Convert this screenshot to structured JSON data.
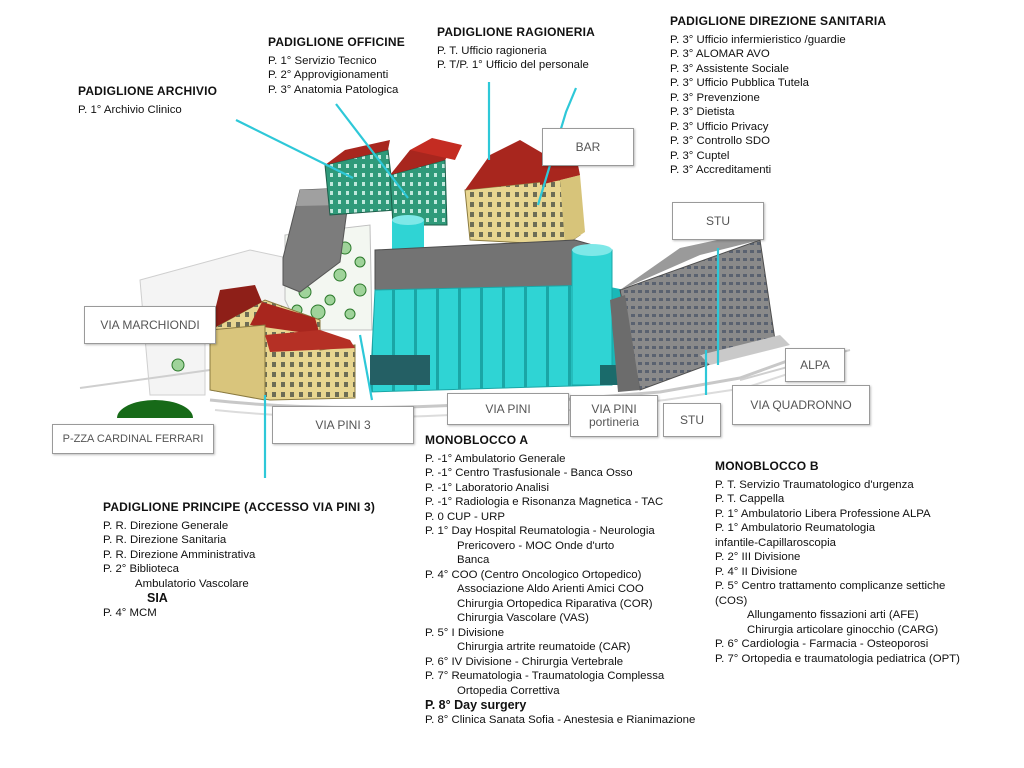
{
  "archivio": {
    "title": "PADIGLIONE ARCHIVIO",
    "lines": [
      "P. 1° Archivio Clinico"
    ]
  },
  "officine": {
    "title": "PADIGLIONE OFFICINE",
    "lines": [
      "P. 1° Servizio Tecnico",
      "P. 2° Approvigionamenti",
      "P. 3° Anatomia Patologica"
    ]
  },
  "ragioneria": {
    "title": "PADIGLIONE RAGIONERIA",
    "lines": [
      "P. T. Ufficio ragioneria",
      "P. T/P. 1° Ufficio del personale"
    ]
  },
  "direzione": {
    "title": "PADIGLIONE DIREZIONE SANITARIA",
    "lines": [
      "P. 3° Ufficio infermieristico /guardie",
      "P. 3° ALOMAR AVO",
      "P. 3° Assistente Sociale",
      "P. 3° Ufficio Pubblica Tutela",
      "P. 3° Prevenzione",
      "P. 3° Dietista",
      "P. 3° Ufficio Privacy",
      "P. 3° Controllo SDO",
      "P. 3° Cuptel",
      "P. 3° Accreditamenti"
    ]
  },
  "principe": {
    "title": "PADIGLIONE PRINCIPE (ACCESSO VIA PINI 3)",
    "lines": [
      "P. R. Direzione Generale",
      "P. R. Direzione Sanitaria",
      "P. R. Direzione Amministrativa",
      "P. 2° Biblioteca",
      "Ambulatorio Vascolare",
      "SIA",
      "P. 4° MCM"
    ]
  },
  "monoA": {
    "title": "MONOBLOCCO A",
    "lines": [
      "P. -1° Ambulatorio Generale",
      "P. -1° Centro Trasfusionale - Banca Osso",
      "P. -1° Laboratorio Analisi",
      "P. -1° Radiologia e Risonanza Magnetica - TAC",
      "P. 0 CUP - URP",
      "P. 1° Day Hospital Reumatologia - Neurologia",
      "Prericovero - MOC Onde d'urto",
      "Banca",
      "P. 4° COO (Centro Oncologico Ortopedico)",
      "Associazione Aldo Arienti Amici COO",
      "Chirurgia Ortopedica Riparativa (COR)",
      "Chirurgia Vascolare (VAS)",
      "P. 5° I Divisione",
      "Chirurgia artrite reumatoide (CAR)",
      "P. 6° IV Divisione - Chirurgia Vertebrale",
      "P. 7° Reumatologia - Traumatologia Complessa",
      "Ortopedia Correttiva",
      "P. 8° Day surgery",
      "P. 8° Clinica Sanata Sofia - Anestesia e Rianimazione"
    ]
  },
  "monoB": {
    "title": "MONOBLOCCO B",
    "lines": [
      "P. T. Servizio Traumatologico d'urgenza",
      "P. T. Cappella",
      "P. 1° Ambulatorio Libera Professione ALPA",
      "P. 1° Ambulatorio Reumatologia",
      "infantile-Capillaroscopia",
      "P. 2° III Divisione",
      "P. 4° II Divisione",
      "P. 5° Centro trattamento complicanze settiche",
      "(COS)",
      "Allungamento fissazioni arti (AFE)",
      "Chirurgia articolare ginocchio (CARG)",
      "P. 6° Cardiologia - Farmacia - Osteoporosi",
      "P. 7° Ortopedia e traumatologia pediatrica (OPT)"
    ]
  },
  "tags": {
    "bar": "BAR",
    "stu_top": "STU",
    "via_marchiondi": "VIA MARCHIONDI",
    "alpa": "ALPA",
    "via_quadronno": "VIA QUADRONNO",
    "stu_bottom": "STU",
    "via_pini": "VIA PINI",
    "via_pini_portineria_1": "VIA PINI",
    "via_pini_portineria_2": "portineria",
    "via_pini_3": "VIA PINI 3",
    "pzza": "P-ZZA CARDINAL FERRARI"
  },
  "colors": {
    "leader": "#2ec8d8",
    "roof_red": "#a8261e",
    "wall_yellow": "#e8d690",
    "glass_cyan": "#2fd4d4",
    "wall_teal": "#2f9a7a",
    "grey": "#7c7c7c"
  }
}
